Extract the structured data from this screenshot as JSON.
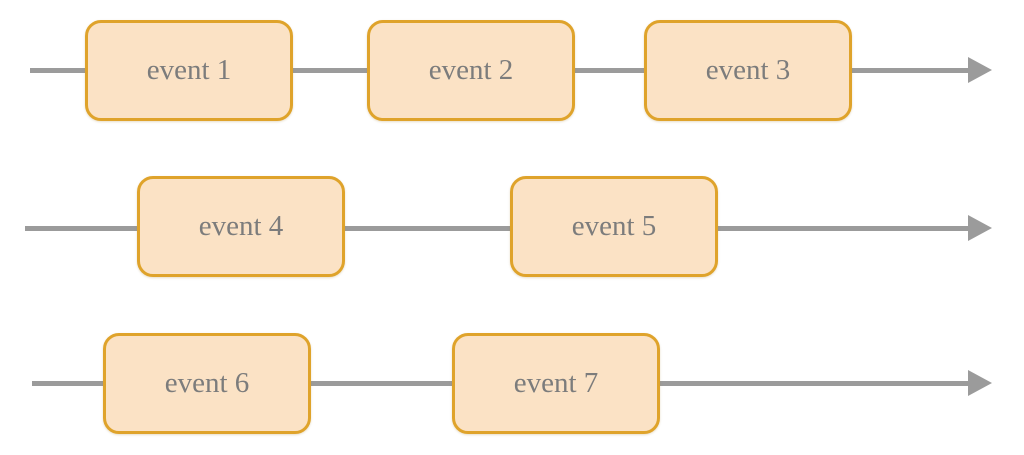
{
  "diagram": {
    "type": "timeline-flow",
    "rows": 3,
    "events": [
      {
        "label": "event 1",
        "row": 1
      },
      {
        "label": "event 2",
        "row": 1
      },
      {
        "label": "event 3",
        "row": 1
      },
      {
        "label": "event 4",
        "row": 2
      },
      {
        "label": "event 5",
        "row": 2
      },
      {
        "label": "event 6",
        "row": 3
      },
      {
        "label": "event 7",
        "row": 3
      }
    ],
    "arrows": [
      {
        "name": "timeline-arrow-row-1",
        "direction": "right"
      },
      {
        "name": "timeline-arrow-row-2",
        "direction": "right"
      },
      {
        "name": "timeline-arrow-row-3",
        "direction": "right"
      }
    ],
    "colors": {
      "box_fill": "#fbe2c5",
      "box_border": "#dfa32b",
      "label_text": "#7c7c7c",
      "arrow": "#9b9b9b",
      "background": "#ffffff"
    }
  }
}
